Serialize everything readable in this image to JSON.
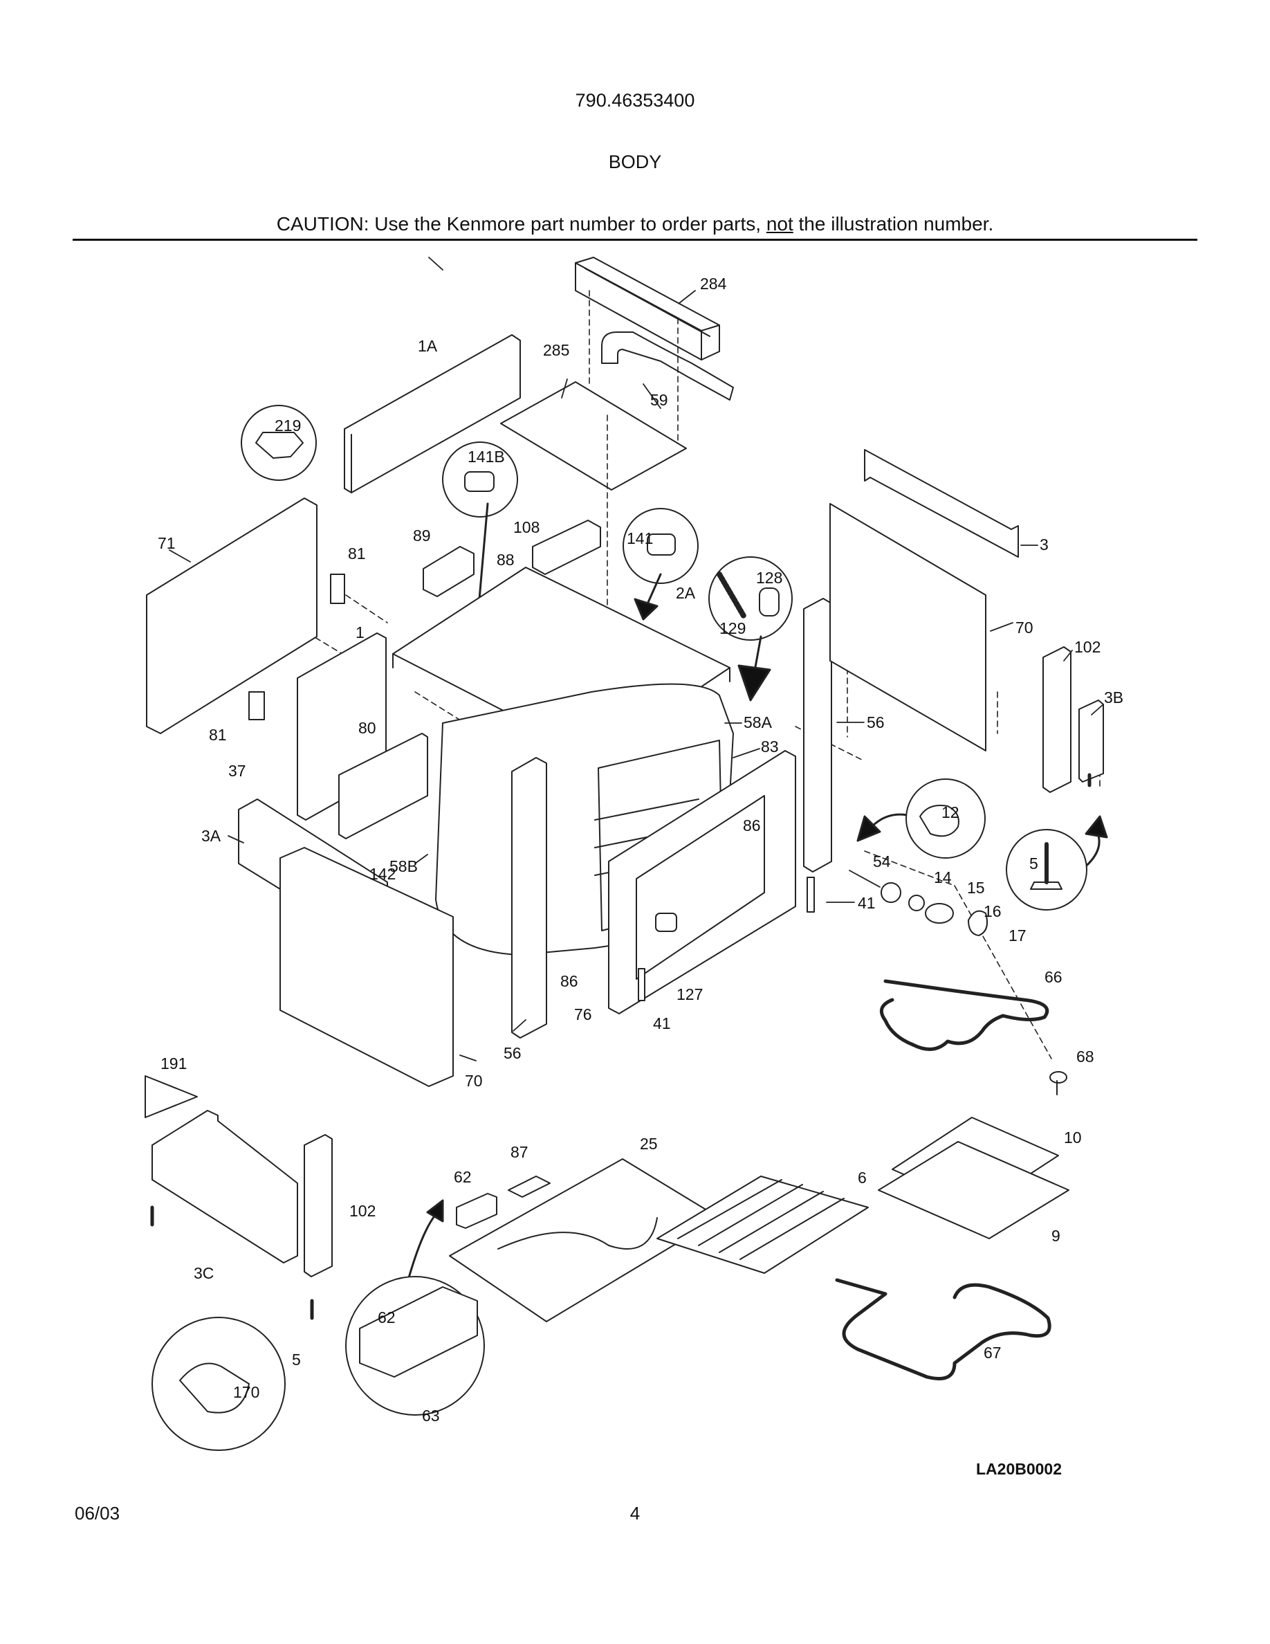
{
  "header": {
    "model_number": "790.46353400",
    "section_title": "BODY",
    "caution_prefix": "CAUTION: Use the Kenmore part number to order parts, ",
    "caution_emphasis": "not",
    "caution_suffix": " the illustration number."
  },
  "callouts": {
    "c284": "284",
    "c1A": "1A",
    "c285": "285",
    "c59": "59",
    "c219": "219",
    "c141B": "141B",
    "c108": "108",
    "c141": "141",
    "c71": "71",
    "c81a": "81",
    "c89": "89",
    "c88": "88",
    "c128": "128",
    "c2A": "2A",
    "c129": "129",
    "c3": "3",
    "c70a": "70",
    "c102a": "102",
    "c3B": "3B",
    "c1": "1",
    "c81b": "81",
    "c80": "80",
    "c58A": "58A",
    "c83": "83",
    "c56a": "56",
    "c37": "37",
    "c3A": "3A",
    "c142": "142",
    "c58B": "58B",
    "c12": "12",
    "c86a": "86",
    "c5a": "5",
    "c54": "54",
    "c14": "14",
    "c15": "15",
    "c41a": "41",
    "c16": "16",
    "c17": "17",
    "c66": "66",
    "c86b": "86",
    "c127": "127",
    "c76": "76",
    "c41b": "41",
    "c56b": "56",
    "c68": "68",
    "c70b": "70",
    "c191": "191",
    "c87": "87",
    "c25": "25",
    "c10": "10",
    "c62a": "62",
    "c6": "6",
    "c102b": "102",
    "c9": "9",
    "c3C": "3C",
    "c62b": "62",
    "c67": "67",
    "c170": "170",
    "c5b": "5",
    "c63": "63"
  },
  "footer": {
    "diagram_ref": "LA20B0002",
    "date": "06/03",
    "page_number": "4"
  }
}
